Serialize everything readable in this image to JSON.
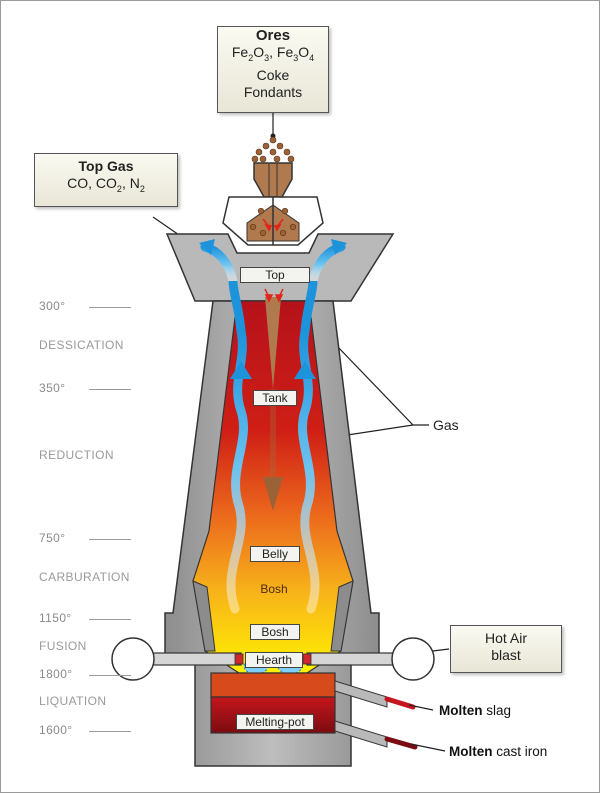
{
  "callouts": {
    "ores": {
      "title": "Ores",
      "formula_a": "Fe",
      "formula_a_sub1": "2",
      "formula_a_mid": "O",
      "formula_a_sub2": "3",
      "formula_sep": ", Fe",
      "formula_b_sub1": "3",
      "formula_b_mid": "O",
      "formula_b_sub2": "4",
      "line3": "Coke",
      "line4": "Fondants"
    },
    "top_gas": {
      "title": "Top Gas",
      "gas_a": "CO, CO",
      "gas_a_sub": "2",
      "gas_sep": ", N",
      "gas_b_sub": "2"
    },
    "hot_air": {
      "line1": "Hot Air",
      "line2": "blast"
    }
  },
  "zones": [
    {
      "temp": "300°",
      "name": "DESSICATION"
    },
    {
      "temp": "350°",
      "name": "REDUCTION"
    },
    {
      "temp": "750°",
      "name": "CARBURATION"
    },
    {
      "temp": "1150°",
      "name": "FUSION"
    },
    {
      "temp": "1800°",
      "name": "LIQUATION"
    },
    {
      "temp": "1600°",
      "name": ""
    }
  ],
  "parts": {
    "top": "Top",
    "tank": "Tank",
    "belly": "Belly",
    "bosh_upper": "Bosh",
    "bosh_lower": "Bosh",
    "hearth": "Hearth",
    "melting_pot": "Melting-pot"
  },
  "gas_label": "Gas",
  "outputs": {
    "slag_bold": "Molten",
    "slag_rest": " slag",
    "iron_bold": "Molten",
    "iron_rest": " cast iron"
  },
  "colors": {
    "shell": "#9e9e9e",
    "shell_dark": "#6e6e6e",
    "charge": "#b07a4e",
    "gas_flow": "#2aa0e0",
    "hot_core": "#c4161c",
    "hot_mid": "#f08a1c",
    "hot_low": "#ffe600"
  }
}
